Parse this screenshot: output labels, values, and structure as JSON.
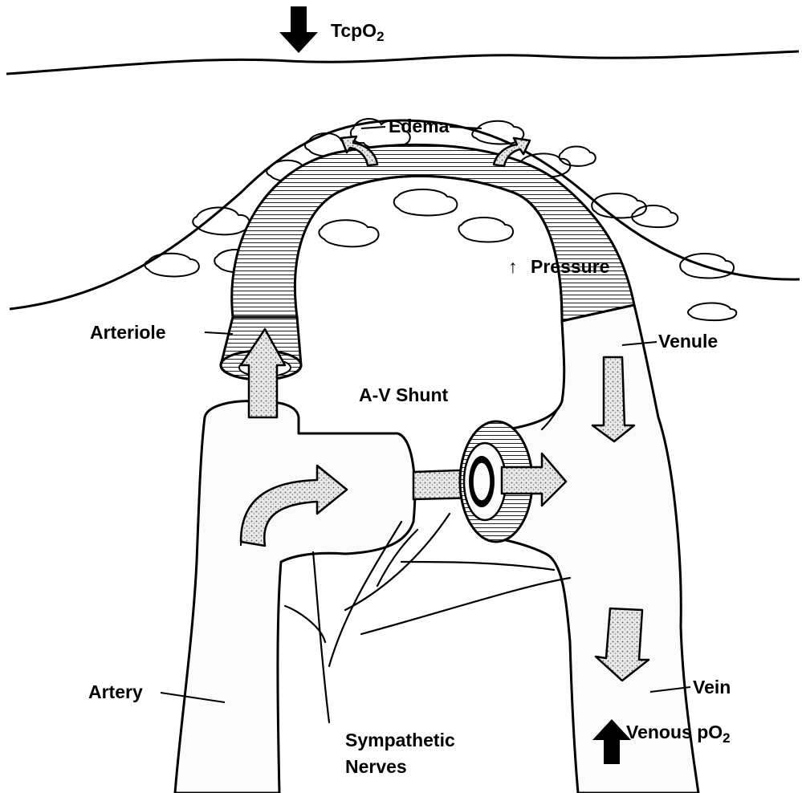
{
  "labels": {
    "tcpo2": "TcpO",
    "tcpo2_sub": "2",
    "edema": "Edema",
    "pressure": "Pressure",
    "pressure_arrow": "↑",
    "arteriole": "Arteriole",
    "venule": "Venule",
    "av_shunt": "A-V Shunt",
    "artery": "Artery",
    "vein": "Vein",
    "sympathetic_line1": "Sympathetic",
    "sympathetic_line2": "Nerves",
    "venous_po2": "Venous pO",
    "venous_po2_sub": "2"
  },
  "indicators": {
    "tcpo2_direction": "down",
    "venous_po2_direction": "up"
  },
  "colors": {
    "line": "#000000",
    "background": "#ffffff",
    "vessel_fill": "#fbfbfb"
  }
}
